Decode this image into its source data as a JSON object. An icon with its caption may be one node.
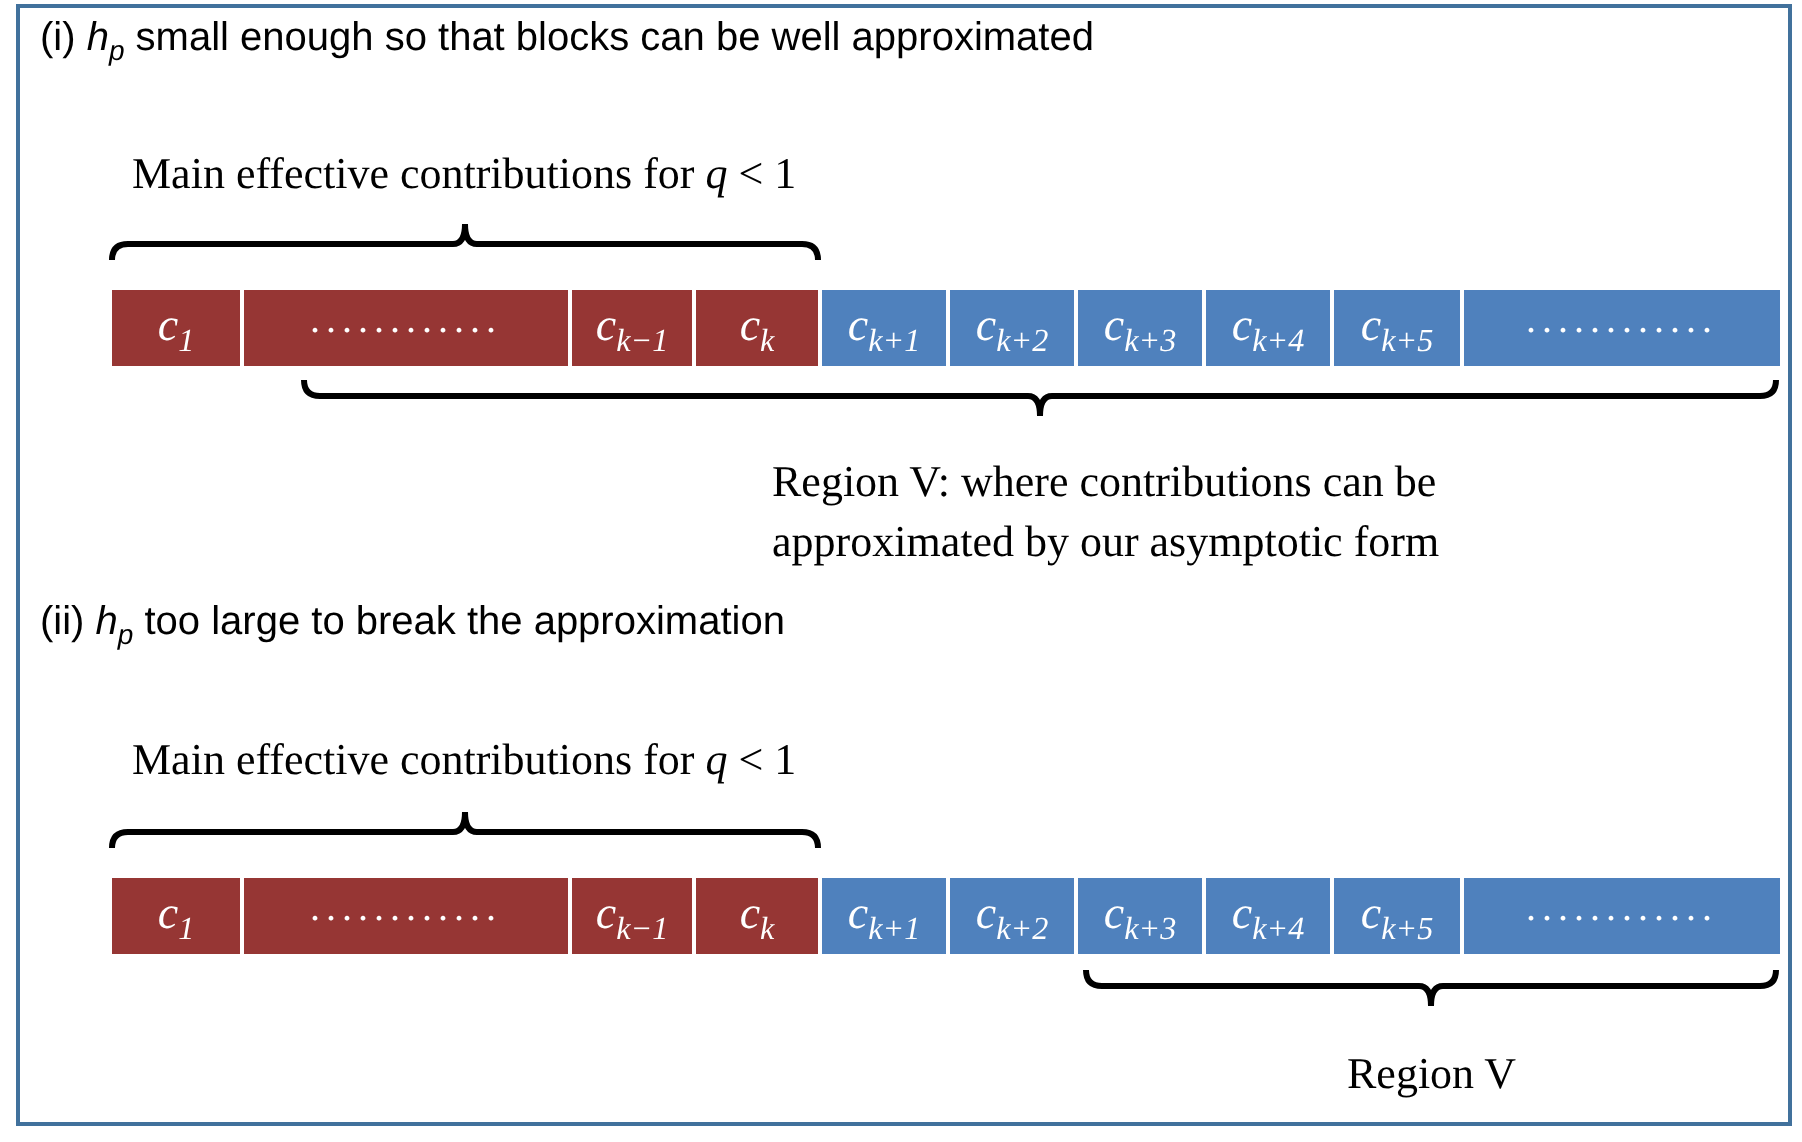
{
  "diagram": {
    "nodes": [
      {
        "text": [
          "*c*$_{1}$"
        ]
      },
      {
        "text": [
          "............"
        ]
      },
      {
        "text": [
          "*c*$_{k−1}$"
        ]
      },
      {
        "text": [
          "*c*$_{k}$"
        ]
      },
      {
        "text": [
          "*c*$_{k+1}$"
        ]
      },
      {
        "text": [
          "*c*$_{k+2}$"
        ]
      },
      {
        "text": [
          "*c*$_{k+3}$"
        ]
      },
      {
        "text": [
          "*c*$_{k+4}$"
        ]
      },
      {
        "text": [
          "*c*$_{k+5}$"
        ]
      },
      {
        "text": [
          "............"
        ]
      },
      {
        "text": [
          "*c*$_{1}$"
        ]
      },
      {
        "text": [
          "............"
        ]
      },
      {
        "text": [
          "*c*$_{k−1}$"
        ]
      },
      {
        "text": [
          "*c*$_{k}$"
        ]
      },
      {
        "text": [
          "*c*$_{k+1}$"
        ]
      },
      {
        "text": [
          "*c*$_{k+2}$"
        ]
      },
      {
        "text": [
          "*c*$_{k+3}$"
        ]
      },
      {
        "text": [
          "*c*$_{k+4}$"
        ]
      },
      {
        "text": [
          "*c*$_{k+5}$"
        ]
      },
      {
        "text": [
          "............"
        ]
      }
    ],
    "edges": [],
    "labels": [
      "(i) *h*$_{p}$ small enough so that blocks can be well approximated",
      "Main effective contributions for *q* < 1",
      "Region V: where contributions can be approximated by our asymptotic form",
      "(ii) *h*$_{p}$ too large to break the approximation",
      "Main effective contributions for *q* < 1",
      "Region V"
    ]
  }
}
